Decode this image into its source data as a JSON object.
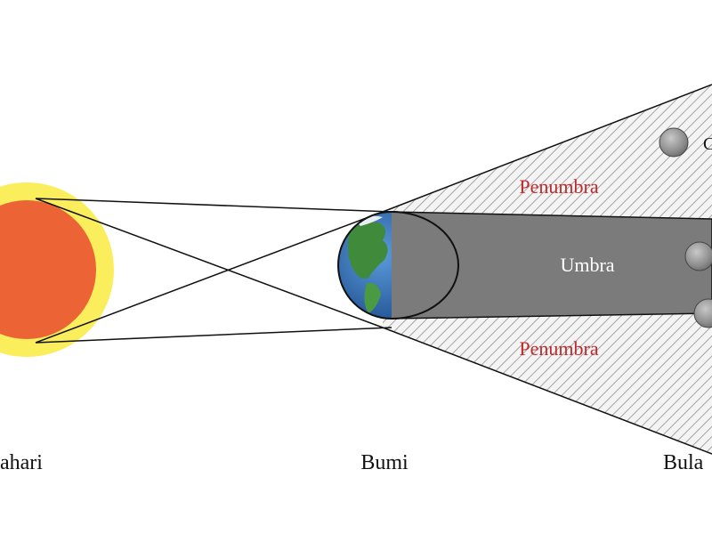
{
  "labels": {
    "sun": "ahari",
    "earth": "Bumi",
    "moon": "Bula",
    "umbra": "Umbra",
    "penumbra_top": "Penumbra",
    "penumbra_bottom": "Penumbra",
    "moon_top_partial": "C"
  },
  "colors": {
    "sun_core": "#ec6436",
    "sun_glow": "#fbee5c",
    "umbra": "#7b7b7b",
    "penumbra_hatch": "#9a9a9a",
    "penumbra_text": "#c0282c",
    "umbra_text": "#ffffff",
    "moon": "#8f8f8f",
    "earth_ocean": "#2f6fb5",
    "earth_land": "#3f8a3b"
  }
}
